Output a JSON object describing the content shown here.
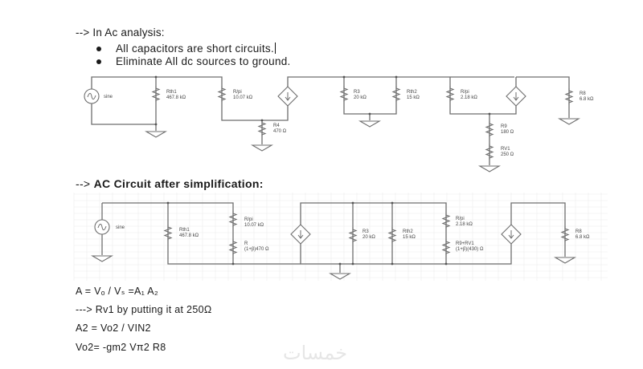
{
  "section1": {
    "heading": "--> In Ac analysis:",
    "bullets": [
      "All capacitors are short circuits.",
      "Eliminate All dc sources to ground."
    ]
  },
  "circuit1": {
    "source": "sine",
    "rth1": {
      "name": "Rth1",
      "value": "467.8 kΩ"
    },
    "rpi1": {
      "name": "R/pi",
      "value": "10.07 kΩ"
    },
    "r4": {
      "name": "R4",
      "value": "470 Ω"
    },
    "r3": {
      "name": "R3",
      "value": "20 kΩ"
    },
    "rth2": {
      "name": "Rth2",
      "value": "15 kΩ"
    },
    "rpi2": {
      "name": "R/pi",
      "value": "2.18 kΩ"
    },
    "r9": {
      "name": "R9",
      "value": "180 Ω"
    },
    "rv1": {
      "name": "RV1",
      "value": "250 Ω"
    },
    "r8": {
      "name": "R8",
      "value": "6.8 kΩ"
    }
  },
  "section2": {
    "heading_prefix": "--> ",
    "heading": "AC Circuit after simplification:"
  },
  "circuit2": {
    "source": "sine",
    "rth1": {
      "name": "Rth1",
      "value": "467.8 kΩ"
    },
    "rpi1": {
      "name": "R/pi",
      "value": "10.07 kΩ"
    },
    "re1": {
      "name": "R",
      "value": "(1+β)470 Ω"
    },
    "r3": {
      "name": "R3",
      "value": "20 kΩ"
    },
    "rth2": {
      "name": "Rth2",
      "value": "15 kΩ"
    },
    "rpi2": {
      "name": "R/pi",
      "value": "2.18 kΩ"
    },
    "re2": {
      "name": "R9+RV1",
      "value": "(1+β)(430) Ω"
    },
    "r8": {
      "name": "R8",
      "value": "6.8 kΩ"
    }
  },
  "equations": {
    "line1": "A = Vₒ / Vₛ =A₁ A₂",
    "line2": "---> Rv1 by putting it at 250Ω",
    "line3": "A2 = Vo2 / VIN2",
    "line4": "Vo2= -gm2 Vπ2 R8"
  },
  "watermark": "خمسات"
}
